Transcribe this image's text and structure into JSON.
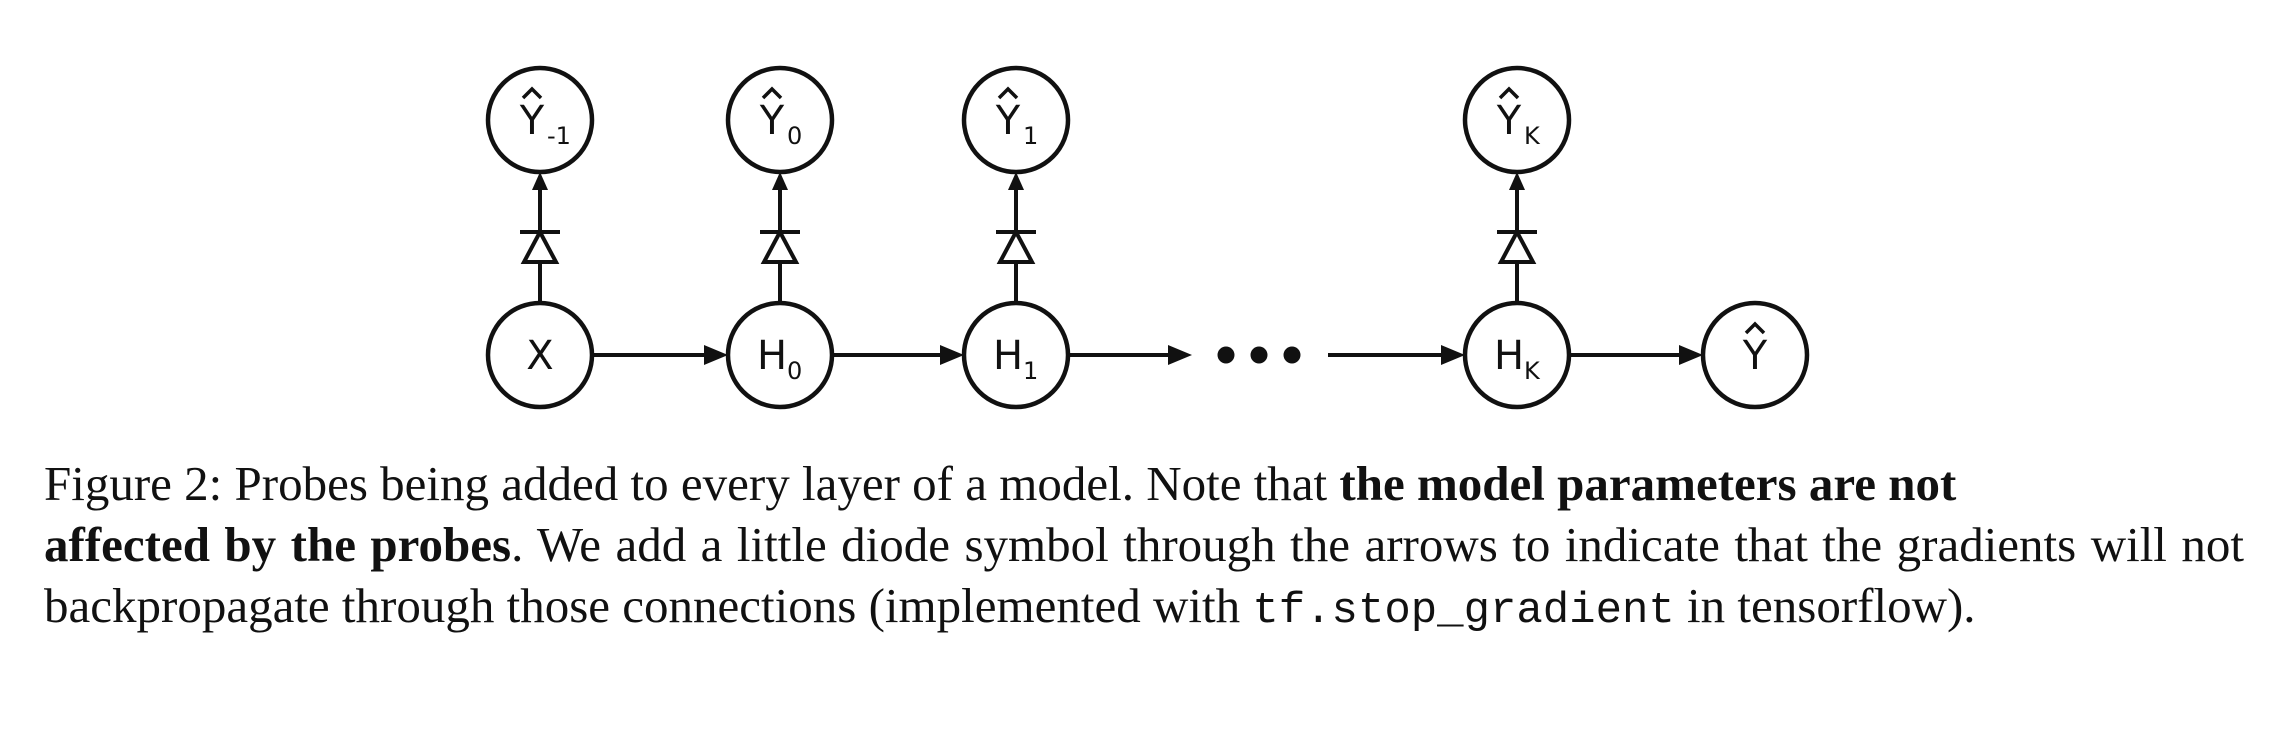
{
  "diagram": {
    "nodes": [
      {
        "id": "x",
        "label": "X",
        "sub": "",
        "hat": false
      },
      {
        "id": "h0",
        "label": "H",
        "sub": "0",
        "hat": false
      },
      {
        "id": "h1",
        "label": "H",
        "sub": "1",
        "hat": false
      },
      {
        "id": "hk",
        "label": "H",
        "sub": "K",
        "hat": false
      },
      {
        "id": "yhat",
        "label": "Y",
        "sub": "",
        "hat": true
      },
      {
        "id": "p-1",
        "label": "Y",
        "sub": "-1",
        "hat": true
      },
      {
        "id": "p0",
        "label": "Y",
        "sub": "0",
        "hat": true
      },
      {
        "id": "p1",
        "label": "Y",
        "sub": "1",
        "hat": true
      },
      {
        "id": "pk",
        "label": "Y",
        "sub": "K",
        "hat": true
      }
    ],
    "edges": [
      {
        "from": "x",
        "to": "h0"
      },
      {
        "from": "h0",
        "to": "h1"
      },
      {
        "from": "h1",
        "to": "ellipsis"
      },
      {
        "from": "ellipsis",
        "to": "hk"
      },
      {
        "from": "hk",
        "to": "yhat"
      }
    ],
    "probes": [
      {
        "from": "x",
        "to": "p-1",
        "diode": true
      },
      {
        "from": "h0",
        "to": "p0",
        "diode": true
      },
      {
        "from": "h1",
        "to": "p1",
        "diode": true
      },
      {
        "from": "hk",
        "to": "pk",
        "diode": true
      }
    ]
  },
  "caption": {
    "prefix": "Figure 2: Probes being added to every layer of a model. Note that ",
    "bold1": "the model parameters are not",
    "bold2": "affected by the probes",
    "middle": ". We add a little diode symbol through the arrows to indicate that the gradients will not backpropagate through those connections (implemented with ",
    "code": "tf.stop_gradient",
    "suffix": " in tensorflow)."
  }
}
